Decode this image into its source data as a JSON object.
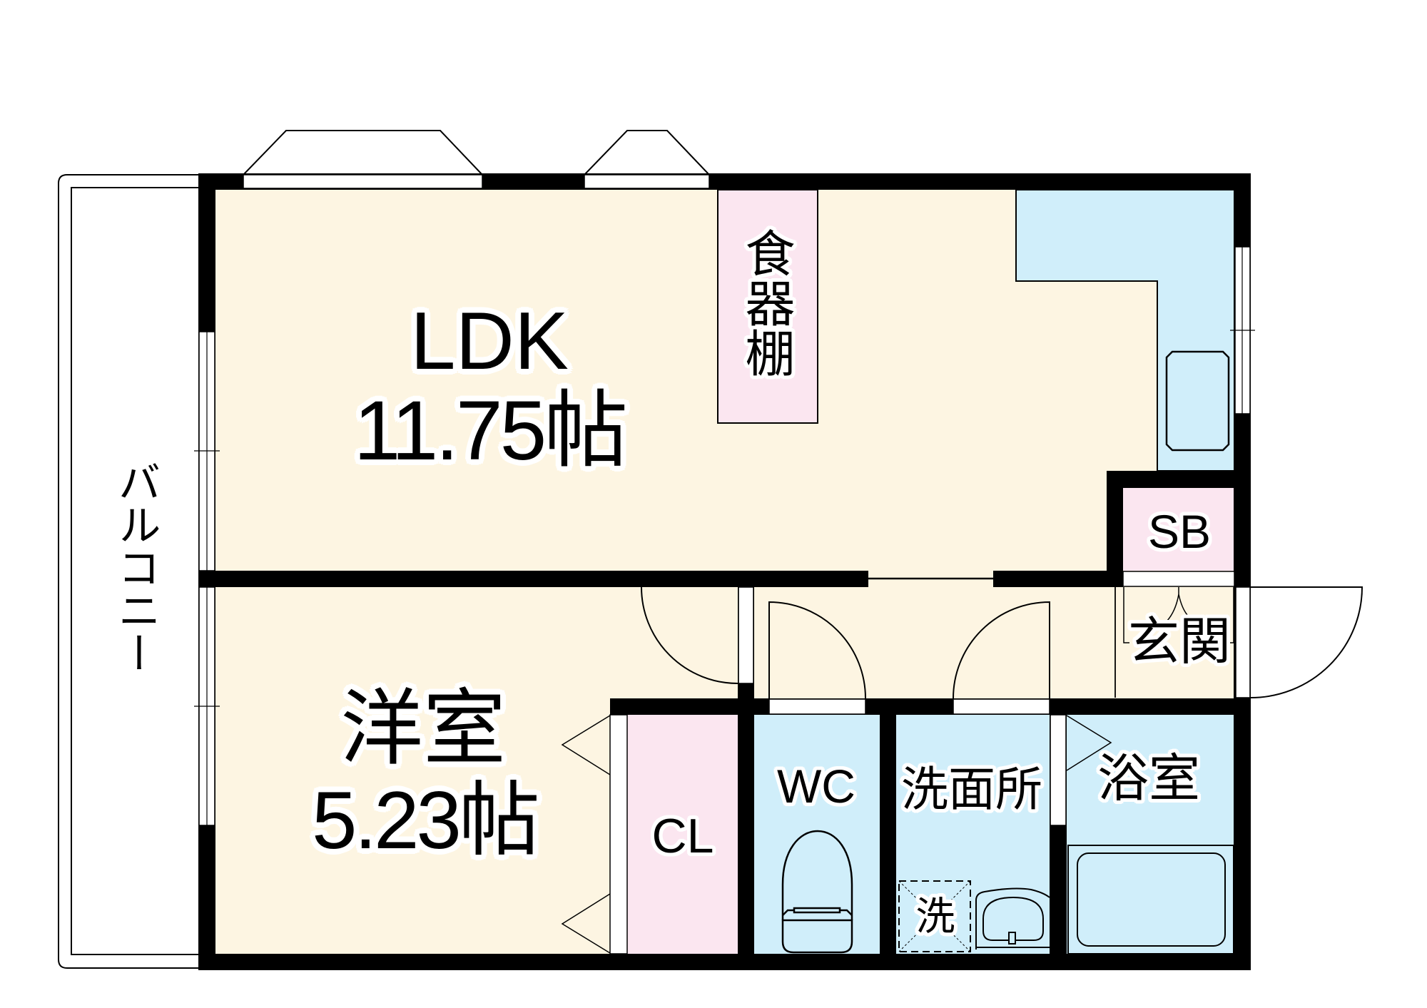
{
  "rooms": {
    "ldk": {
      "name": "LDK",
      "area": "11.75帖"
    },
    "western_room": {
      "name": "洋室",
      "area": "5.23帖"
    },
    "closet": {
      "name": "CL"
    },
    "toilet": {
      "name": "WC"
    },
    "washroom": {
      "name": "洗面所"
    },
    "bathroom": {
      "name": "浴室"
    },
    "entrance": {
      "name": "玄関"
    },
    "shoe_box": {
      "name": "SB"
    },
    "cupboard": {
      "name": "食器棚"
    },
    "balcony": {
      "name": "バルコニー"
    },
    "washer_space": {
      "name": "洗"
    }
  },
  "fixtures": [
    "kitchen-counter",
    "stove",
    "toilet",
    "washbasin",
    "washing-machine-space",
    "bathtub"
  ],
  "colors": {
    "living_floor": "#FDF5E2",
    "wet_area": "#D0EEFA",
    "storage": "#FBE6F0",
    "wall": "#000000",
    "opening": "#FFFFFF"
  }
}
